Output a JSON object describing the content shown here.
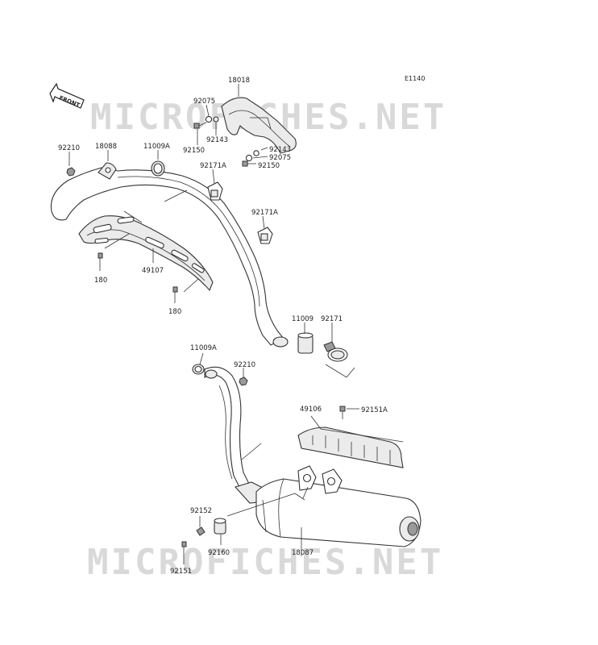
{
  "reference": "E1140",
  "watermark": "MICROFICHES.NET",
  "front_marker": "FRONT",
  "parts": [
    {
      "id": "p18018",
      "label": "18018"
    },
    {
      "id": "p92075a",
      "label": "92075"
    },
    {
      "id": "p92143a",
      "label": "92143"
    },
    {
      "id": "p92150a",
      "label": "92150"
    },
    {
      "id": "p92143b",
      "label": "92143"
    },
    {
      "id": "p92075b",
      "label": "92075"
    },
    {
      "id": "p92150b",
      "label": "92150"
    },
    {
      "id": "p92210a",
      "label": "92210"
    },
    {
      "id": "p18088",
      "label": "18088"
    },
    {
      "id": "p11009Aa",
      "label": "11009A"
    },
    {
      "id": "p92171Aa",
      "label": "92171A"
    },
    {
      "id": "p92171Ab",
      "label": "92171A"
    },
    {
      "id": "p180a",
      "label": "180"
    },
    {
      "id": "p49107",
      "label": "49107"
    },
    {
      "id": "p180b",
      "label": "180"
    },
    {
      "id": "p11009",
      "label": "11009"
    },
    {
      "id": "p92171",
      "label": "92171"
    },
    {
      "id": "p11009Ab",
      "label": "11009A"
    },
    {
      "id": "p92210b",
      "label": "92210"
    },
    {
      "id": "p49106",
      "label": "49106"
    },
    {
      "id": "p92151A",
      "label": "92151A"
    },
    {
      "id": "p92152",
      "label": "92152"
    },
    {
      "id": "p92160",
      "label": "92160"
    },
    {
      "id": "p18087",
      "label": "18087"
    },
    {
      "id": "p92151",
      "label": "92151"
    }
  ]
}
